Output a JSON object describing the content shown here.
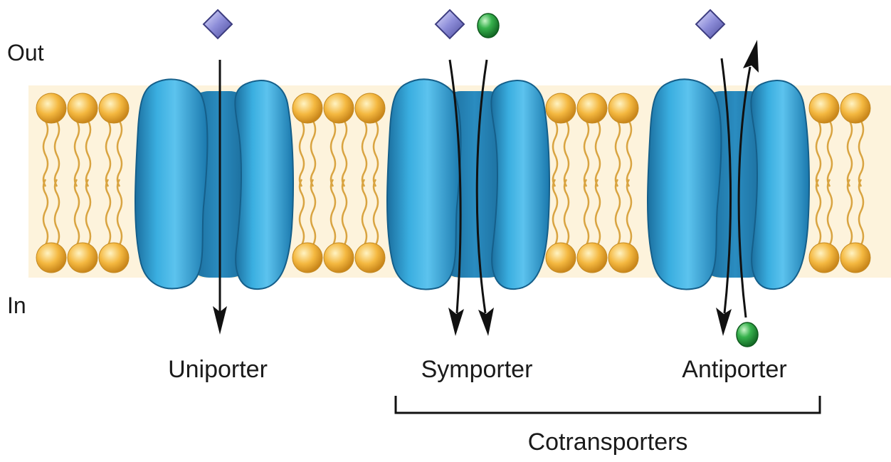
{
  "side_labels": {
    "out": "Out",
    "in": "In"
  },
  "transporters": [
    {
      "label": "Uniporter"
    },
    {
      "label": "Symporter"
    },
    {
      "label": "Antiporter"
    }
  ],
  "group_label": "Cotransporters",
  "colors": {
    "background": "#ffffff",
    "lipid_head": "#f2b43c",
    "lipid_tail": "#d9a441",
    "membrane_tint": "#fbecc8",
    "protein": "#2e9bd0",
    "protein_dark": "#1d6f9c",
    "protein_channel": "#1f7fb0",
    "diamond_solute": "#7878c8",
    "sphere_solute": "#2fa84a",
    "arrow": "#111111"
  }
}
